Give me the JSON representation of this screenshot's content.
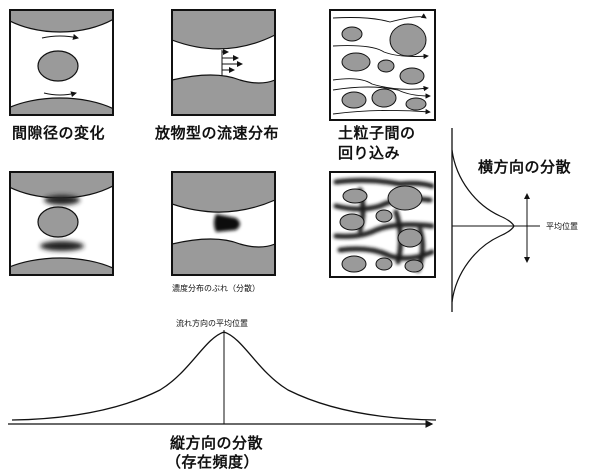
{
  "labels": {
    "gap_change": "間隙径の変化",
    "parabolic_flow": "放物型の流速分布",
    "detour_line1": "土粒子間の",
    "detour_line2": "回り込み",
    "transverse": "横方向の分散",
    "mean_position": "平均位置",
    "concentration": "濃度分布のぶれ（分散）",
    "flow_mean": "流れ方向の平均位置",
    "longitudinal": "縦方向の分散",
    "frequency": "（存在頻度）"
  }
}
